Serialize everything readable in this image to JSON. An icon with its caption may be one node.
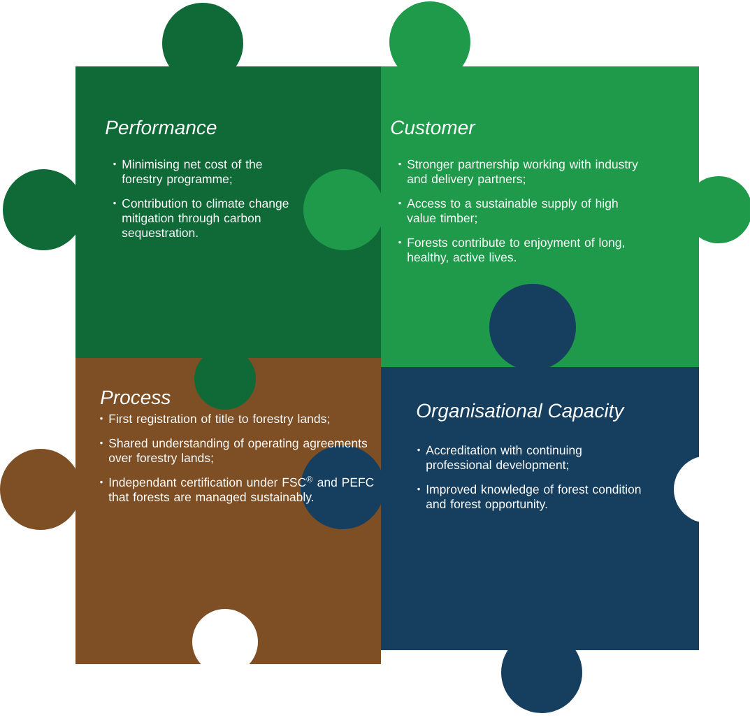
{
  "diagram": {
    "nodes": [
      {
        "text": [
          "Performance",
          "Minimising net cost of the forestry programme;",
          "Contribution to climate change mitigation through carbon sequestration."
        ]
      },
      {
        "text": [
          "Customer",
          "Stronger partnership working with industry and delivery partners;",
          "Access to a sustainable supply of high value timber;",
          "Forests contribute to enjoyment of long, healthy, active lives."
        ]
      },
      {
        "text": [
          "Process",
          "First registration of title to forestry lands;",
          "Shared understanding of operating agreements over forestry lands;",
          "Independant certification under FSC$^{®}$ and PEFC that forests are managed sustainably."
        ]
      },
      {
        "text": [
          "Organisational Capacity",
          "Accreditation with continuing professional development;",
          "Improved knowledge of forest condition and forest opportunity."
        ]
      }
    ]
  }
}
